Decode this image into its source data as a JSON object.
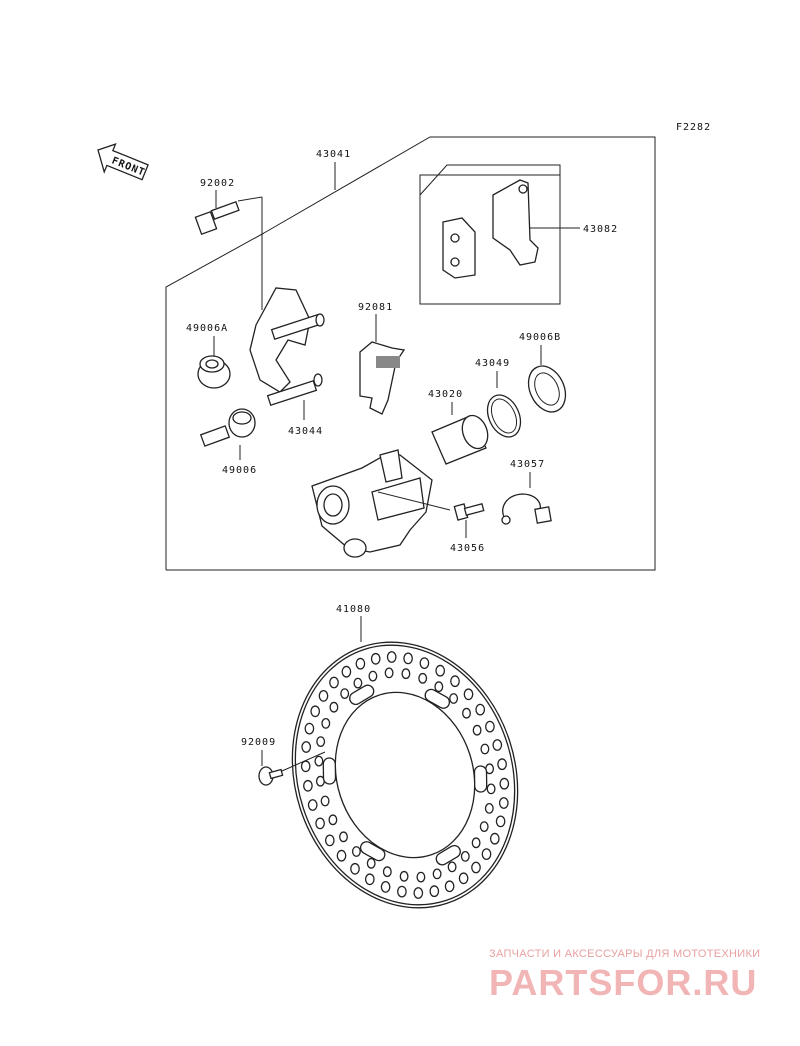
{
  "figure_code": "F2282",
  "front_label": "FRONT",
  "parts": {
    "p43041": "43041",
    "p92002": "92002",
    "p43082": "43082",
    "p92081": "92081",
    "p49006A": "49006A",
    "p49006B": "49006B",
    "p43049": "43049",
    "p43044": "43044",
    "p43020": "43020",
    "p49006": "49006",
    "p43057": "43057",
    "p43056": "43056",
    "p41080": "41080",
    "p92009": "92009"
  },
  "watermark": {
    "caption": "ЗАПЧАСТИ И АКСЕССУАРЫ ДЛЯ МОТОТЕХНИКИ",
    "logo": "PARTSFOR.RU"
  }
}
